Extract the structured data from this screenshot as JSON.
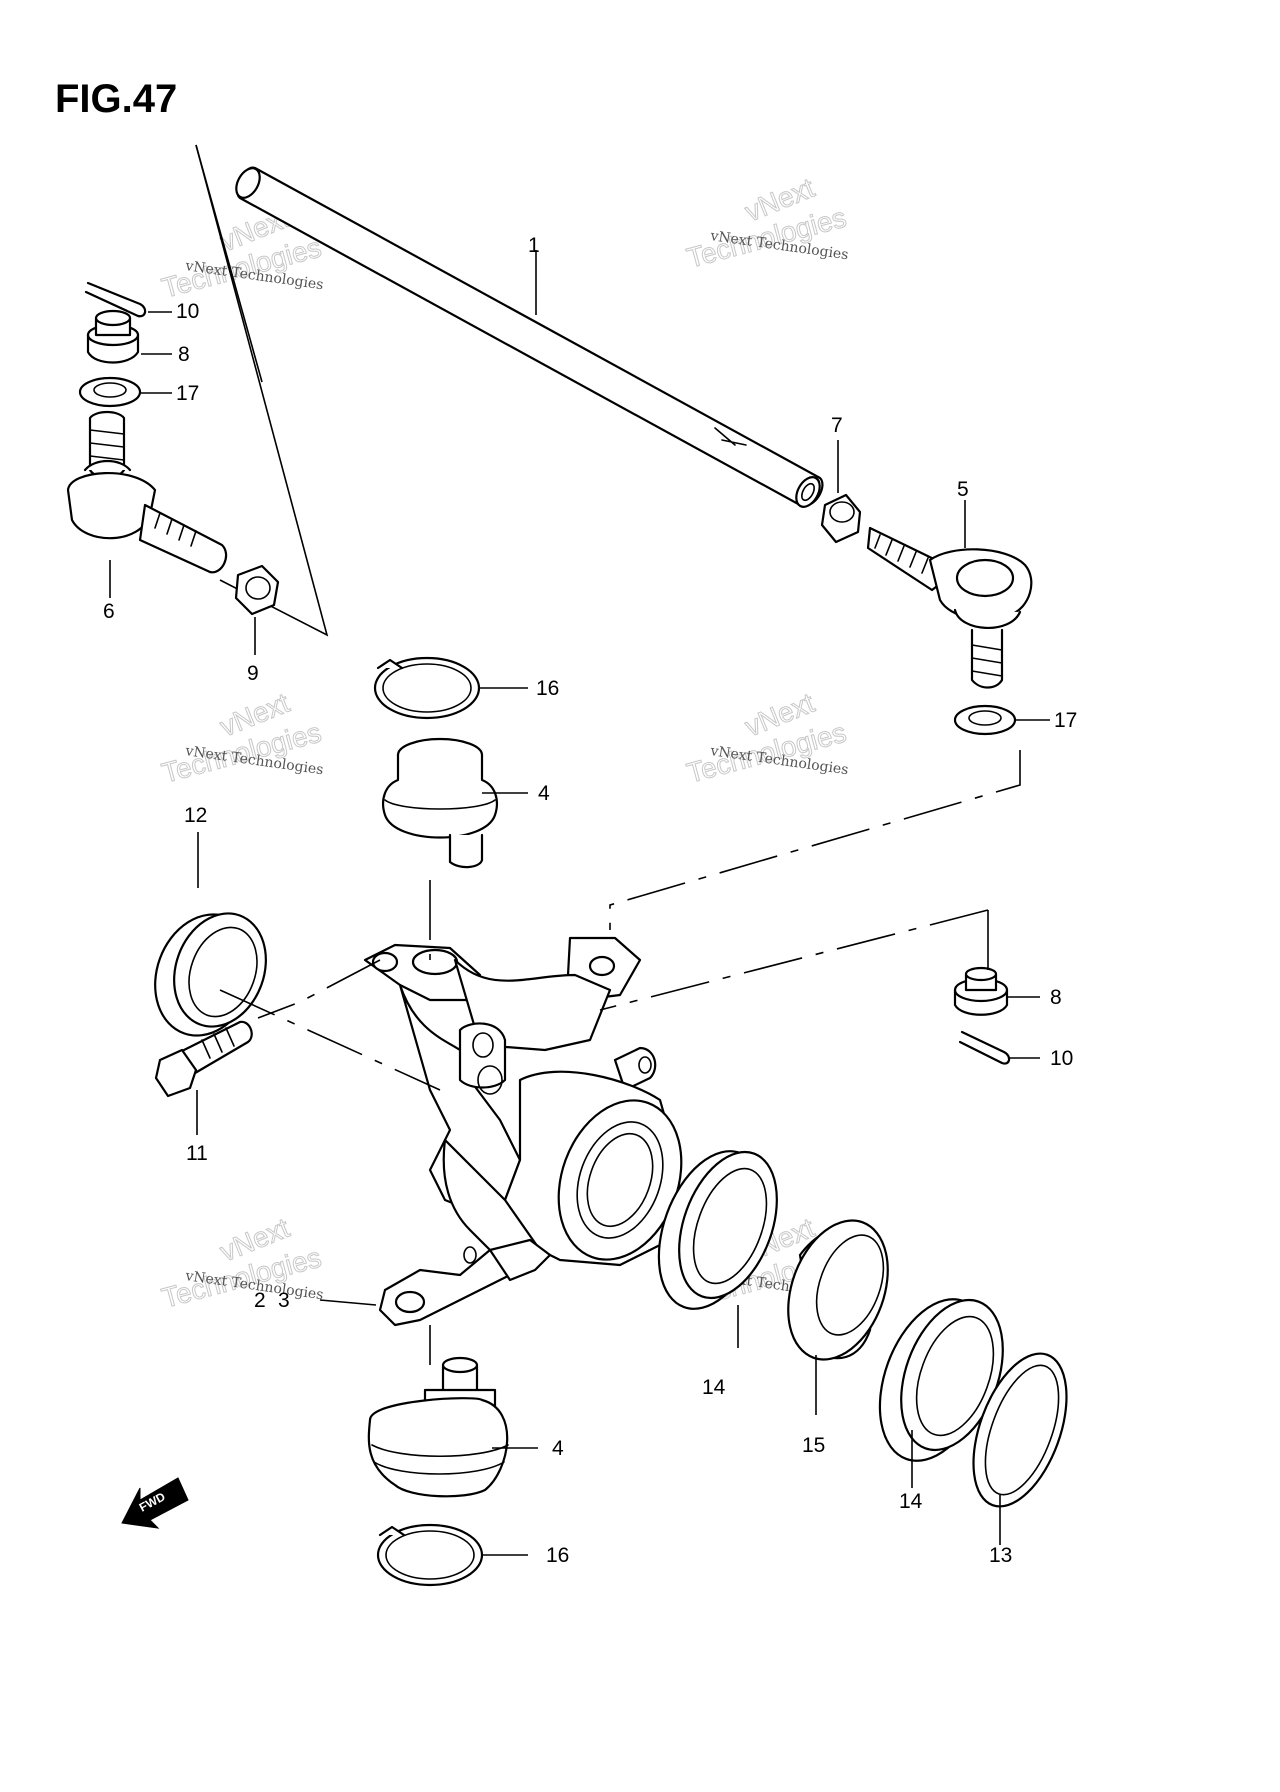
{
  "figure": {
    "title": "FIG.47"
  },
  "watermark": {
    "line1": "vNext Technologies",
    "line2": "vNext",
    "line3": "Technologies"
  },
  "fwd_label": "FWD",
  "callouts": {
    "c1": "1",
    "c2": "2",
    "c3": "3",
    "c4_upper": "4",
    "c4_lower": "4",
    "c5": "5",
    "c6": "6",
    "c7": "7",
    "c8_left": "8",
    "c8_right": "8",
    "c9": "9",
    "c10_left": "10",
    "c10_right": "10",
    "c11": "11",
    "c12": "12",
    "c13": "13",
    "c14_left": "14",
    "c14_right": "14",
    "c15": "15",
    "c16_upper": "16",
    "c16_lower": "16",
    "c17_left": "17",
    "c17_right": "17"
  }
}
